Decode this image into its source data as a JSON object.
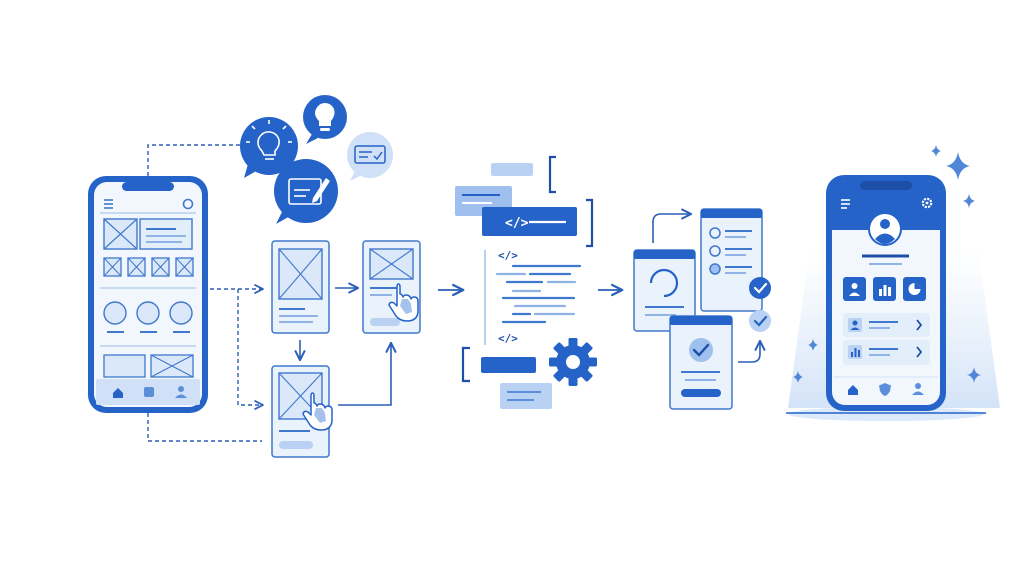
{
  "code_tags": [
    "</>",
    "</>",
    "</>"
  ],
  "colors": {
    "primary": "#2563c9",
    "primary_dark": "#1d4fa8",
    "mid": "#5b8fdc",
    "light": "#cfe0f7",
    "pale": "#eaf2fc",
    "stroke": "#3f78cc",
    "background": "#ffffff"
  },
  "icons": [
    "menu-icon",
    "search-icon",
    "home-icon",
    "user-icon",
    "lightbulb-icon",
    "pencil-icon",
    "gear-icon",
    "hand-pointer-icon",
    "check-icon",
    "settings-icon",
    "bar-chart-icon",
    "pie-chart-icon",
    "sparkle-icon",
    "chevron-right-icon",
    "shield-icon"
  ],
  "stages": [
    "wireframe-phone",
    "idea-bubbles",
    "wireframe-flow",
    "code-block",
    "testing-screens",
    "final-app-phone"
  ]
}
